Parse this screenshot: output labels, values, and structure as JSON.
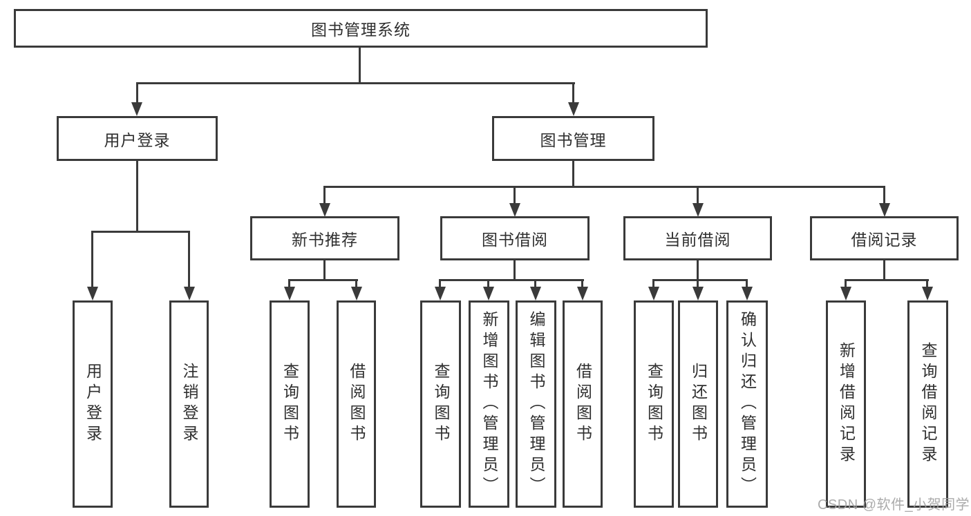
{
  "diagram": {
    "root": {
      "label": "图书管理系统"
    },
    "level2": [
      {
        "label": "用户登录"
      },
      {
        "label": "图书管理"
      }
    ],
    "level3": [
      {
        "label": "新书推荐"
      },
      {
        "label": "图书借阅"
      },
      {
        "label": "当前借阅"
      },
      {
        "label": "借阅记录"
      }
    ],
    "leaves": {
      "user_login": [
        {
          "label": "用户登录"
        },
        {
          "label": "注销登录"
        }
      ],
      "new_book_recommend": [
        {
          "label": "查询图书"
        },
        {
          "label": "借阅图书"
        }
      ],
      "book_borrowing": [
        {
          "label": "查询图书"
        },
        {
          "label": "新增图书（管理员）"
        },
        {
          "label": "编辑图书（管理员）"
        },
        {
          "label": "借阅图书"
        }
      ],
      "current_borrowing": [
        {
          "label": "查询图书"
        },
        {
          "label": "归还图书"
        },
        {
          "label": "确认归还（管理员）"
        }
      ],
      "borrowing_records": [
        {
          "label": "新增借阅记录"
        },
        {
          "label": "查询借阅记录"
        }
      ]
    }
  },
  "watermark": {
    "text": "CSDN @软件_小贺同学"
  },
  "colors": {
    "line": "#3a3a3a",
    "text": "#2f2f2f",
    "box_fill": "#ffffff",
    "background": "#ffffff",
    "watermark": "#a2a2a2"
  }
}
